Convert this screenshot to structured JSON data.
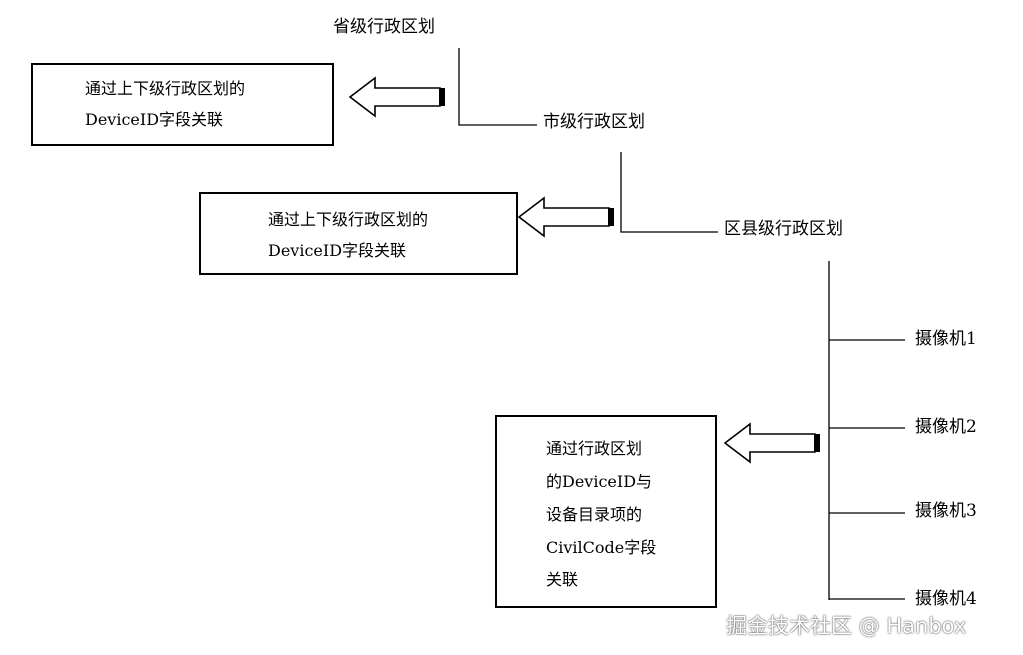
{
  "hierarchy": {
    "province": "省级行政区划",
    "city": "市级行政区划",
    "district": "区县级行政区划",
    "cameras": [
      "摄像机1",
      "摄像机2",
      "摄像机3",
      "摄像机4"
    ]
  },
  "boxes": {
    "box1": [
      "通过上下级行政区划的",
      "DeviceID字段关联"
    ],
    "box2": [
      "通过上下级行政区划的",
      "DeviceID字段关联"
    ],
    "box3": [
      "通过行政区划",
      "的DeviceID与",
      "设备目录项的",
      "CivilCode字段",
      "关联"
    ]
  },
  "watermark": "掘金技术社区 @ Hanbox"
}
